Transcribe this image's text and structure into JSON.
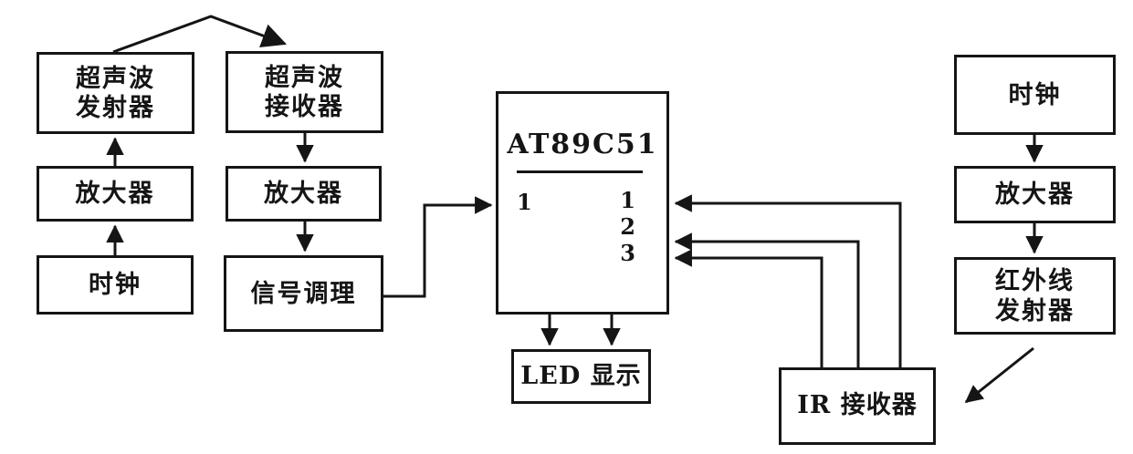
{
  "figure": {
    "type": "block-diagram",
    "background_color": "#ffffff",
    "ink_color": "#151515"
  },
  "nodes": {
    "ultrasonic_transmitter": {
      "line1": "超声波",
      "line2": "发射器"
    },
    "amplifier_left": {
      "label": "放大器"
    },
    "clock_left": {
      "label": "时钟"
    },
    "ultrasonic_receiver": {
      "line1": "超声波",
      "line2": "接收器"
    },
    "amplifier_mid": {
      "label": "放大器"
    },
    "signal_conditioning": {
      "label": "信号调理"
    },
    "mcu": {
      "title": "AT89C51",
      "left_pin": "1",
      "right_pins": [
        "1",
        "2",
        "3"
      ]
    },
    "led_display": {
      "label": "LED 显示"
    },
    "clock_right": {
      "label": "时钟"
    },
    "amplifier_right": {
      "label": "放大器"
    },
    "ir_transmitter": {
      "line1": "红外线",
      "line2": "发射器"
    },
    "ir_receiver": {
      "label": "IR 接收器"
    }
  },
  "edges": [
    {
      "from": "ultrasonic_transmitter",
      "to": "ultrasonic_receiver",
      "style": "v-shaped airborne path, arrowhead at receiver"
    },
    {
      "from": "clock_left",
      "to": "amplifier_left"
    },
    {
      "from": "amplifier_left",
      "to": "ultrasonic_transmitter"
    },
    {
      "from": "ultrasonic_receiver",
      "to": "amplifier_mid"
    },
    {
      "from": "amplifier_mid",
      "to": "signal_conditioning"
    },
    {
      "from": "signal_conditioning",
      "to": "mcu.left_pin_1"
    },
    {
      "from": "mcu",
      "to": "led_display",
      "count": 2
    },
    {
      "from": "ir_receiver",
      "to": "mcu.right_pin_1"
    },
    {
      "from": "ir_receiver",
      "to": "mcu.right_pin_2"
    },
    {
      "from": "ir_receiver",
      "to": "mcu.right_pin_3"
    },
    {
      "from": "clock_right",
      "to": "amplifier_right"
    },
    {
      "from": "amplifier_right",
      "to": "ir_transmitter"
    },
    {
      "from": "ir_transmitter",
      "to": "ir_receiver",
      "style": "diagonal airborne path, arrowhead lower-left"
    }
  ]
}
